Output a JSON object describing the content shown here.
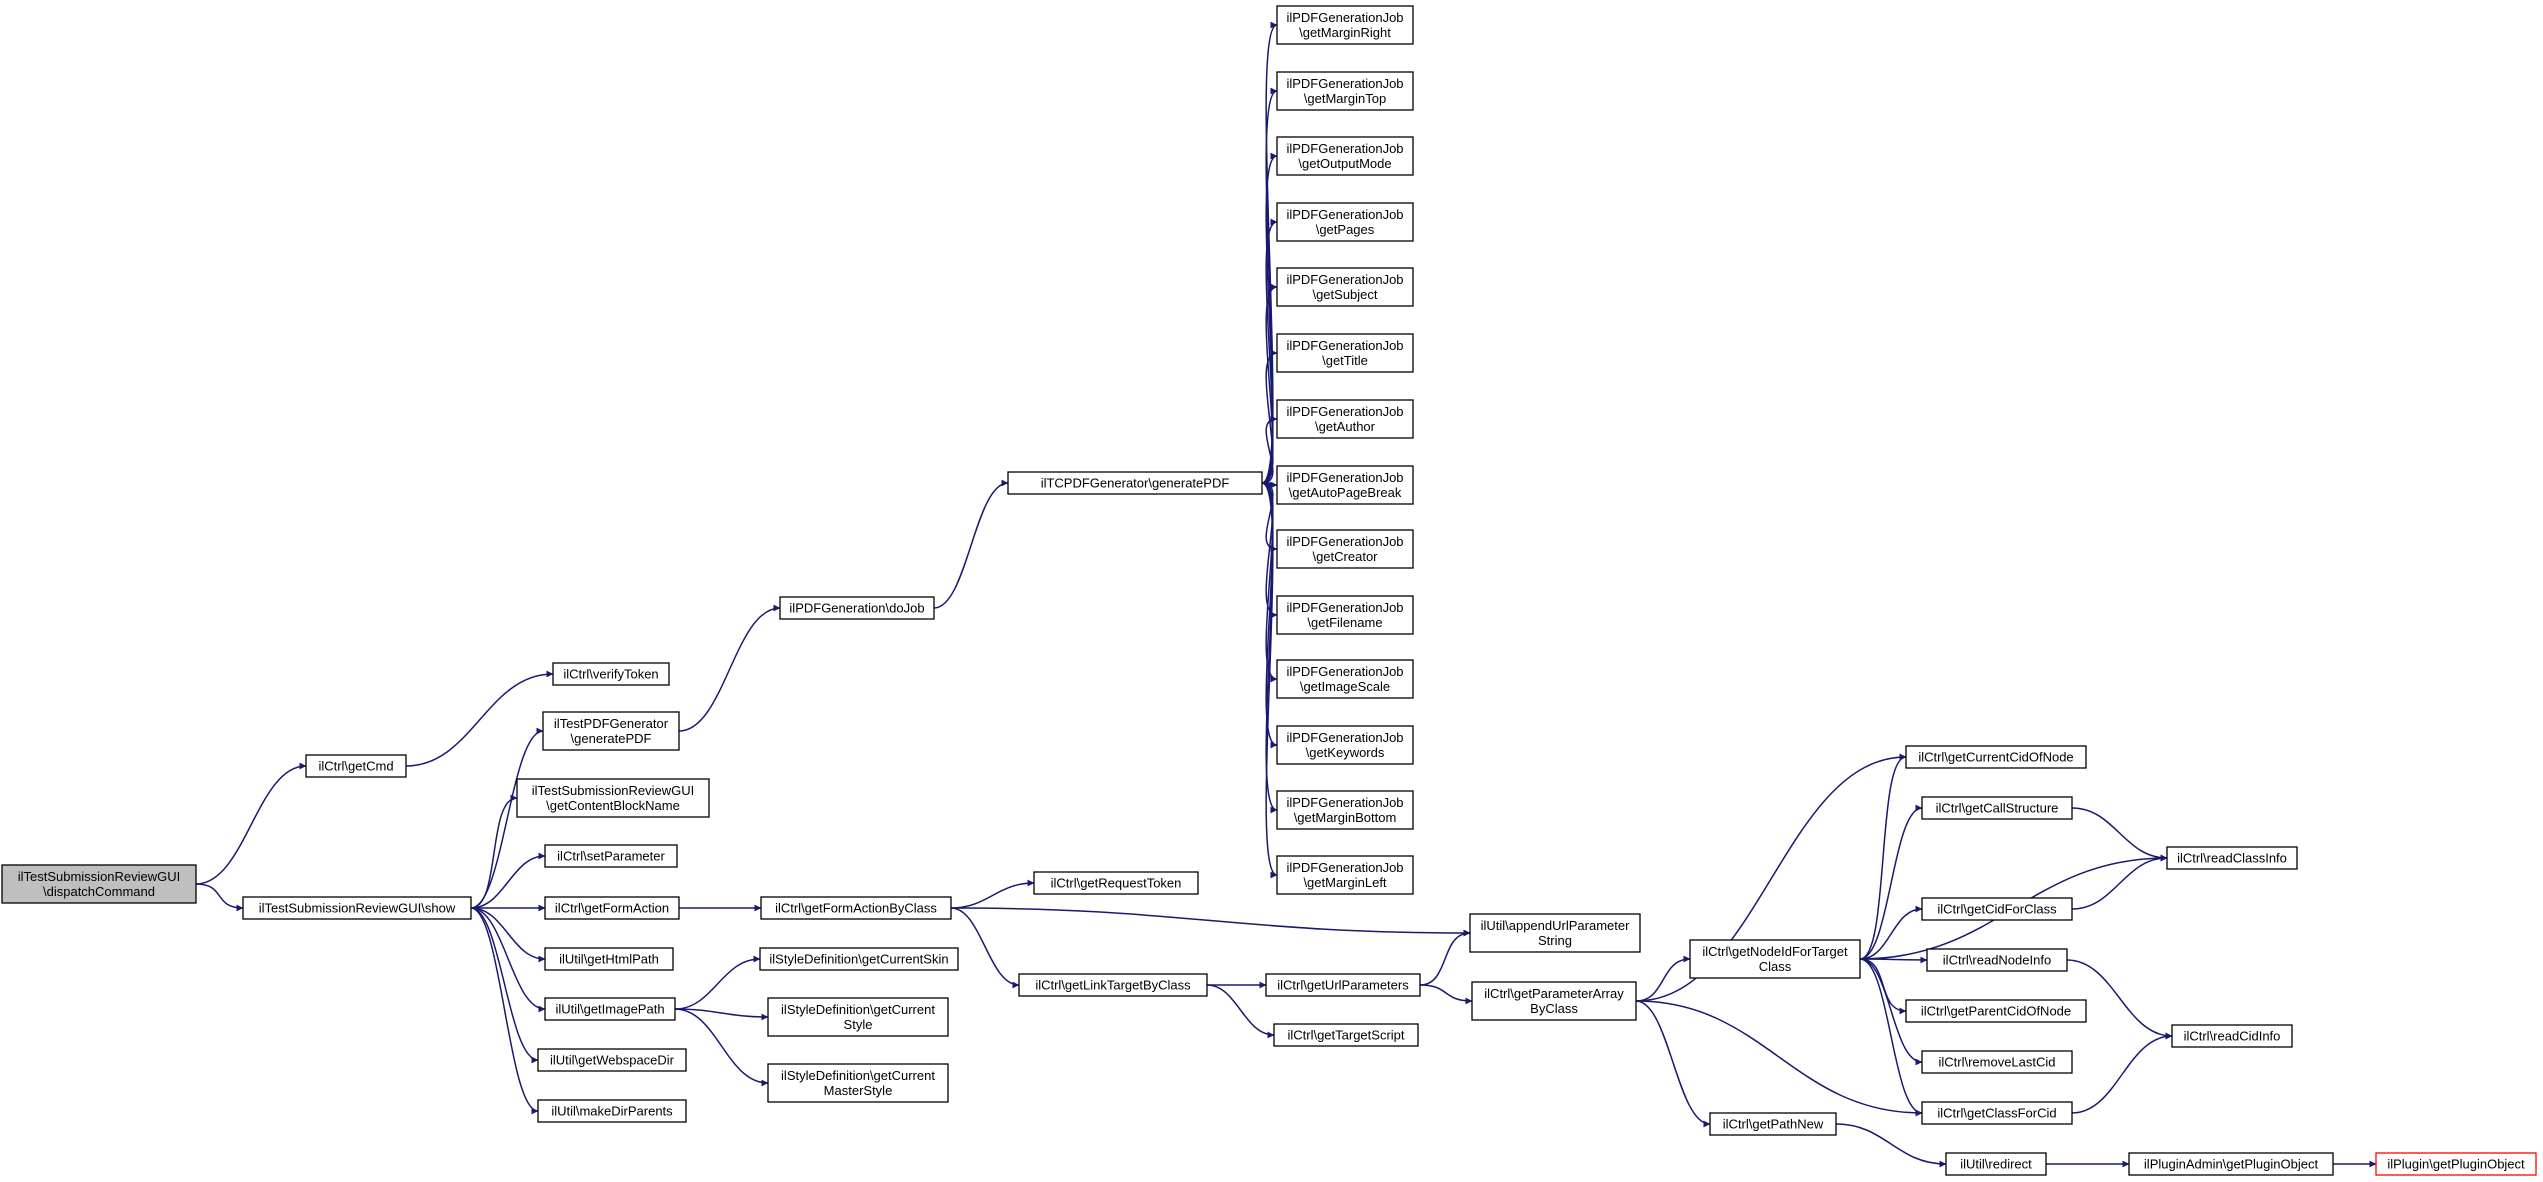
{
  "colors": {
    "edge": "#191970",
    "root_fill": "#bfbfbf",
    "node_fill": "#ffffff",
    "node_border": "#000000",
    "external_border": "#ff0000"
  },
  "nodes": [
    {
      "id": "n_dispatch",
      "label": "ilTestSubmissionReviewGUI\n\\dispatchCommand"
    },
    {
      "id": "n_getCmd",
      "label": "ilCtrl\\getCmd"
    },
    {
      "id": "n_show",
      "label": "ilTestSubmissionReviewGUI\\show"
    },
    {
      "id": "n_verifyToken",
      "label": "ilCtrl\\verifyToken"
    },
    {
      "id": "n_testPdfGen",
      "label": "ilTestPDFGenerator\n\\generatePDF"
    },
    {
      "id": "n_getContentBlock",
      "label": "ilTestSubmissionReviewGUI\n\\getContentBlockName"
    },
    {
      "id": "n_setParameter",
      "label": "ilCtrl\\setParameter"
    },
    {
      "id": "n_getFormAction",
      "label": "ilCtrl\\getFormAction"
    },
    {
      "id": "n_getHtmlPath",
      "label": "ilUtil\\getHtmlPath"
    },
    {
      "id": "n_getImagePath",
      "label": "ilUtil\\getImagePath"
    },
    {
      "id": "n_getWebspaceDir",
      "label": "ilUtil\\getWebspaceDir"
    },
    {
      "id": "n_makeDirParents",
      "label": "ilUtil\\makeDirParents"
    },
    {
      "id": "n_doJob",
      "label": "ilPDFGeneration\\doJob"
    },
    {
      "id": "n_getFormActionByClass",
      "label": "ilCtrl\\getFormActionByClass"
    },
    {
      "id": "n_getCurrentSkin",
      "label": "ilStyleDefinition\\getCurrentSkin"
    },
    {
      "id": "n_getCurrentStyle",
      "label": "ilStyleDefinition\\getCurrent\nStyle"
    },
    {
      "id": "n_getCurrentMasterStyle",
      "label": "ilStyleDefinition\\getCurrent\nMasterStyle"
    },
    {
      "id": "n_tcpdf",
      "label": "ilTCPDFGenerator\\generatePDF"
    },
    {
      "id": "n_getRequestToken",
      "label": "ilCtrl\\getRequestToken"
    },
    {
      "id": "n_getLinkTargetByClass",
      "label": "ilCtrl\\getLinkTargetByClass"
    },
    {
      "id": "n_marginRight",
      "label": "ilPDFGenerationJob\n\\getMarginRight"
    },
    {
      "id": "n_marginTop",
      "label": "ilPDFGenerationJob\n\\getMarginTop"
    },
    {
      "id": "n_outputMode",
      "label": "ilPDFGenerationJob\n\\getOutputMode"
    },
    {
      "id": "n_pages",
      "label": "ilPDFGenerationJob\n\\getPages"
    },
    {
      "id": "n_subject",
      "label": "ilPDFGenerationJob\n\\getSubject"
    },
    {
      "id": "n_title",
      "label": "ilPDFGenerationJob\n\\getTitle"
    },
    {
      "id": "n_author",
      "label": "ilPDFGenerationJob\n\\getAuthor"
    },
    {
      "id": "n_autoPageBreak",
      "label": "ilPDFGenerationJob\n\\getAutoPageBreak"
    },
    {
      "id": "n_creator",
      "label": "ilPDFGenerationJob\n\\getCreator"
    },
    {
      "id": "n_filename",
      "label": "ilPDFGenerationJob\n\\getFilename"
    },
    {
      "id": "n_imageScale",
      "label": "ilPDFGenerationJob\n\\getImageScale"
    },
    {
      "id": "n_keywords",
      "label": "ilPDFGenerationJob\n\\getKeywords"
    },
    {
      "id": "n_marginBottom",
      "label": "ilPDFGenerationJob\n\\getMarginBottom"
    },
    {
      "id": "n_marginLeft",
      "label": "ilPDFGenerationJob\n\\getMarginLeft"
    },
    {
      "id": "n_getUrlParameters",
      "label": "ilCtrl\\getUrlParameters"
    },
    {
      "id": "n_getTargetScript",
      "label": "ilCtrl\\getTargetScript"
    },
    {
      "id": "n_appendUrl",
      "label": "ilUtil\\appendUrlParameter\nString"
    },
    {
      "id": "n_getParamArray",
      "label": "ilCtrl\\getParameterArray\nByClass"
    },
    {
      "id": "n_getNodeId",
      "label": "ilCtrl\\getNodeIdForTarget\nClass"
    },
    {
      "id": "n_getPathNew",
      "label": "ilCtrl\\getPathNew"
    },
    {
      "id": "n_getCurrentCid",
      "label": "ilCtrl\\getCurrentCidOfNode"
    },
    {
      "id": "n_getCallStructure",
      "label": "ilCtrl\\getCallStructure"
    },
    {
      "id": "n_getCidForClass",
      "label": "ilCtrl\\getCidForClass"
    },
    {
      "id": "n_readNodeInfo",
      "label": "ilCtrl\\readNodeInfo"
    },
    {
      "id": "n_getParentCid",
      "label": "ilCtrl\\getParentCidOfNode"
    },
    {
      "id": "n_removeLastCid",
      "label": "ilCtrl\\removeLastCid"
    },
    {
      "id": "n_getClassForCid",
      "label": "ilCtrl\\getClassForCid"
    },
    {
      "id": "n_redirect",
      "label": "ilUtil\\redirect"
    },
    {
      "id": "n_readClassInfo",
      "label": "ilCtrl\\readClassInfo"
    },
    {
      "id": "n_readCidInfo",
      "label": "ilCtrl\\readCidInfo"
    },
    {
      "id": "n_pluginAdmin",
      "label": "ilPluginAdmin\\getPluginObject"
    },
    {
      "id": "n_plugin",
      "label": "ilPlugin\\getPluginObject"
    }
  ],
  "edges": [
    [
      "n_dispatch",
      "n_getCmd"
    ],
    [
      "n_dispatch",
      "n_show"
    ],
    [
      "n_getCmd",
      "n_verifyToken"
    ],
    [
      "n_show",
      "n_testPdfGen"
    ],
    [
      "n_show",
      "n_getContentBlock"
    ],
    [
      "n_show",
      "n_setParameter"
    ],
    [
      "n_show",
      "n_getFormAction"
    ],
    [
      "n_show",
      "n_getHtmlPath"
    ],
    [
      "n_show",
      "n_getImagePath"
    ],
    [
      "n_show",
      "n_getWebspaceDir"
    ],
    [
      "n_show",
      "n_makeDirParents"
    ],
    [
      "n_testPdfGen",
      "n_doJob"
    ],
    [
      "n_doJob",
      "n_tcpdf"
    ],
    [
      "n_tcpdf",
      "n_marginRight"
    ],
    [
      "n_tcpdf",
      "n_marginTop"
    ],
    [
      "n_tcpdf",
      "n_outputMode"
    ],
    [
      "n_tcpdf",
      "n_pages"
    ],
    [
      "n_tcpdf",
      "n_subject"
    ],
    [
      "n_tcpdf",
      "n_title"
    ],
    [
      "n_tcpdf",
      "n_author"
    ],
    [
      "n_tcpdf",
      "n_autoPageBreak"
    ],
    [
      "n_tcpdf",
      "n_creator"
    ],
    [
      "n_tcpdf",
      "n_filename"
    ],
    [
      "n_tcpdf",
      "n_imageScale"
    ],
    [
      "n_tcpdf",
      "n_keywords"
    ],
    [
      "n_tcpdf",
      "n_marginBottom"
    ],
    [
      "n_tcpdf",
      "n_marginLeft"
    ],
    [
      "n_getFormAction",
      "n_getFormActionByClass"
    ],
    [
      "n_getFormActionByClass",
      "n_getRequestToken"
    ],
    [
      "n_getFormActionByClass",
      "n_getLinkTargetByClass"
    ],
    [
      "n_getFormActionByClass",
      "n_appendUrl"
    ],
    [
      "n_getImagePath",
      "n_getCurrentSkin"
    ],
    [
      "n_getImagePath",
      "n_getCurrentStyle"
    ],
    [
      "n_getImagePath",
      "n_getCurrentMasterStyle"
    ],
    [
      "n_getLinkTargetByClass",
      "n_getUrlParameters"
    ],
    [
      "n_getLinkTargetByClass",
      "n_getTargetScript"
    ],
    [
      "n_getUrlParameters",
      "n_appendUrl"
    ],
    [
      "n_getUrlParameters",
      "n_getParamArray"
    ],
    [
      "n_getParamArray",
      "n_getNodeId"
    ],
    [
      "n_getParamArray",
      "n_getCurrentCid"
    ],
    [
      "n_getParamArray",
      "n_getClassForCid"
    ],
    [
      "n_getParamArray",
      "n_getPathNew"
    ],
    [
      "n_getNodeId",
      "n_getCurrentCid"
    ],
    [
      "n_getNodeId",
      "n_getCallStructure"
    ],
    [
      "n_getNodeId",
      "n_readClassInfo"
    ],
    [
      "n_getNodeId",
      "n_getCidForClass"
    ],
    [
      "n_getNodeId",
      "n_readNodeInfo"
    ],
    [
      "n_getNodeId",
      "n_getParentCid"
    ],
    [
      "n_getNodeId",
      "n_removeLastCid"
    ],
    [
      "n_getNodeId",
      "n_getClassForCid"
    ],
    [
      "n_getCallStructure",
      "n_readClassInfo"
    ],
    [
      "n_getCidForClass",
      "n_readClassInfo"
    ],
    [
      "n_readNodeInfo",
      "n_readCidInfo"
    ],
    [
      "n_getClassForCid",
      "n_readCidInfo"
    ],
    [
      "n_getPathNew",
      "n_redirect"
    ],
    [
      "n_redirect",
      "n_pluginAdmin"
    ],
    [
      "n_pluginAdmin",
      "n_plugin"
    ]
  ]
}
